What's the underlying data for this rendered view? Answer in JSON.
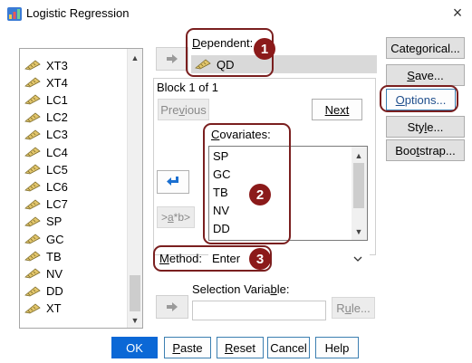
{
  "window": {
    "title": "Logistic Regression",
    "close_glyph": "×"
  },
  "variables": {
    "items": [
      "XT3",
      "XT4",
      "LC1",
      "LC2",
      "LC3",
      "LC4",
      "LC5",
      "LC6",
      "LC7",
      "SP",
      "GC",
      "TB",
      "NV",
      "DD",
      "XT"
    ]
  },
  "dependent": {
    "label": "Dependent:",
    "value": "QD"
  },
  "block": {
    "label": "Block 1 of 1",
    "previous": "Previous",
    "next": "Next",
    "interaction": ">a*b>"
  },
  "covariates": {
    "label": "Covariates:",
    "items": [
      "SP",
      "GC",
      "TB",
      "NV",
      "DD"
    ]
  },
  "method": {
    "label": "Method:",
    "value": "Enter"
  },
  "selection": {
    "label": "Selection Variable:",
    "rule": "Rule..."
  },
  "side_buttons": {
    "categorical": "Categorical...",
    "save": "Save...",
    "options": "Options...",
    "style": "Style...",
    "bootstrap": "Bootstrap..."
  },
  "footer": {
    "ok": "OK",
    "paste": "Paste",
    "reset": "Reset",
    "cancel": "Cancel",
    "help": "Help"
  },
  "annotations": {
    "badge1": "1",
    "badge2": "2",
    "badge3": "3"
  },
  "colors": {
    "accent": "#0b68d6",
    "annotation": "#8b1a1a",
    "arrow": "#1a6fd0"
  }
}
